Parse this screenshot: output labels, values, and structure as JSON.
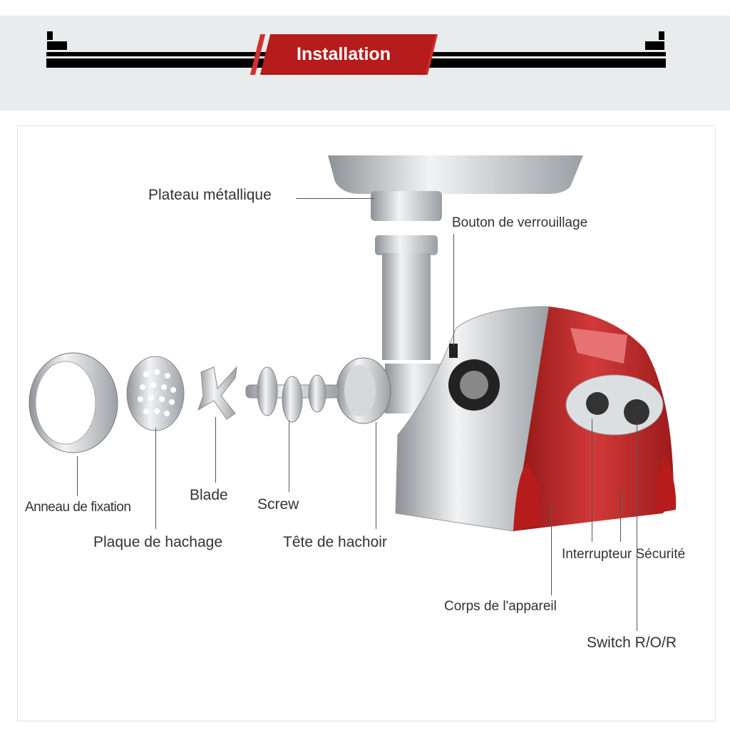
{
  "header": {
    "title": "Installation"
  },
  "parts": {
    "plateau": "Plateau métallique",
    "bouton": "Bouton de verrouillage",
    "anneau": "Anneau de fixation",
    "plaque": "Plaque de hachage",
    "blade": "Blade",
    "screw": "Screw",
    "tete": "Tête de hachoir",
    "interrupteur": "Interrupteur Sécurité",
    "corps": "Corps de l'appareil",
    "switch": "Switch R/O/R"
  },
  "colors": {
    "accent": "#b71c1c",
    "body_red": "#c62828",
    "metal": "#c9cdd1"
  }
}
